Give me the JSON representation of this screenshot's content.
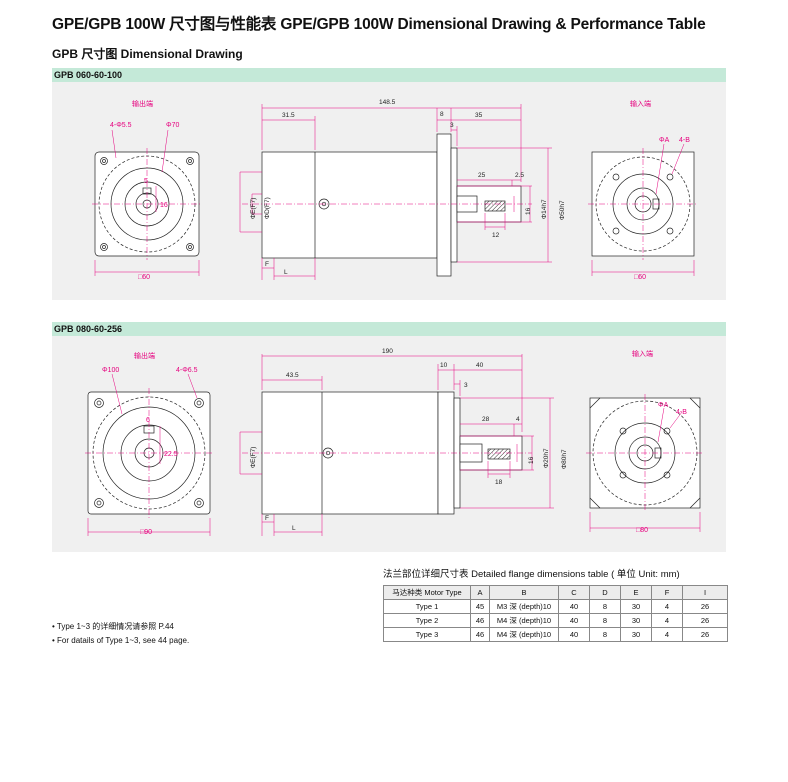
{
  "page": {
    "title": "GPE/GPB 100W 尺寸图与性能表 GPE/GPB 100W Dimensional Drawing & Performance Table",
    "subtitle": "GPB 尺寸图 Dimensional Drawing"
  },
  "drawing1": {
    "model": "GPB 060-60-100",
    "output_end": "输出端",
    "input_end": "输入端",
    "labels": {
      "holes": "4-Φ5.5",
      "pcd": "Φ70",
      "key_w": "5",
      "key_h": "16",
      "sq": "□60",
      "total_len": "148.5",
      "seg_a": "31.5",
      "seg_b": "8",
      "seg_c": "35",
      "seg_d": "3",
      "shaft_len": "25",
      "shaft_d": "2.5",
      "key_len": "12",
      "phi_e": "ΦE(F7)",
      "phi_d": "ΦD(F7)",
      "d16": "16",
      "d14": "Φ14h7",
      "d50": "Φ50h7",
      "f": "F",
      "l": "L",
      "phi_a": "ΦA",
      "four_b": "4-B",
      "sq_in": "□60"
    }
  },
  "drawing2": {
    "model": "GPB 080-60-256",
    "output_end": "输出端",
    "input_end": "输入端",
    "labels": {
      "pcd": "Φ100",
      "holes": "4-Φ6.5",
      "key_w": "6",
      "key_h": "22.5",
      "sq": "□90",
      "total_len": "190",
      "seg_a": "43.5",
      "seg_b": "10",
      "seg_c": "40",
      "seg_d": "3",
      "shaft_len": "28",
      "shaft_d": "4",
      "key_len": "18",
      "phi_e": "ΦE(F7)",
      "d16": "16",
      "d20": "Φ20h7",
      "d80": "Φ80h7",
      "f": "F",
      "l": "L",
      "phi_a": "ΦA",
      "four_b": "4-B",
      "sq_in": "□80"
    }
  },
  "table": {
    "caption": "法兰部位详细尺寸表 Detailed flange dimensions table ( 单位 Unit: mm)",
    "headers": [
      "马达种类 Motor Type",
      "A",
      "B",
      "C",
      "D",
      "E",
      "F",
      "I"
    ],
    "rows": [
      [
        "Type 1",
        "45",
        "M3 深 (depth)10",
        "40",
        "8",
        "30",
        "4",
        "26"
      ],
      [
        "Type 2",
        "46",
        "M4 深 (depth)10",
        "40",
        "8",
        "30",
        "4",
        "26"
      ],
      [
        "Type 3",
        "46",
        "M4 深 (depth)10",
        "40",
        "8",
        "30",
        "4",
        "26"
      ]
    ]
  },
  "notes": {
    "cn": "• Type 1~3 的详细情况请参照 P.44",
    "en": "• For datails of Type 1~3, see 44 page."
  }
}
